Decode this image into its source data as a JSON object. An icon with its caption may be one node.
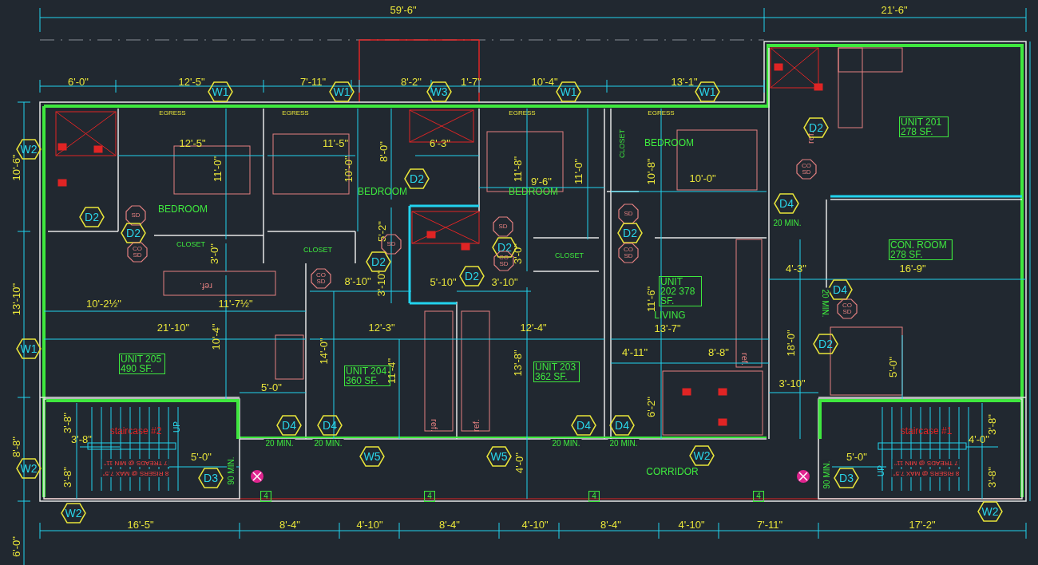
{
  "diagram": {
    "nodes": [
      {
        "text": [
          "W1"
        ]
      },
      {
        "text": [
          "W1"
        ]
      },
      {
        "text": [
          "W3"
        ]
      },
      {
        "text": [
          "W1"
        ]
      },
      {
        "text": [
          "W1"
        ]
      },
      {
        "text": [
          "UNIT 201 278 SF."
        ]
      },
      {
        "text": [
          "D2"
        ]
      },
      {
        "text": [
          "W2"
        ]
      },
      {
        "text": [
          "CO SD"
        ]
      },
      {
        "text": [
          "D2"
        ]
      },
      {
        "text": [
          "D4"
        ]
      },
      {
        "text": [
          "SD"
        ]
      },
      {
        "text": [
          "D2"
        ]
      },
      {
        "text": [
          "SD"
        ]
      },
      {
        "text": [
          "SD"
        ]
      },
      {
        "text": [
          "D2"
        ]
      },
      {
        "text": [
          "D2"
        ]
      },
      {
        "text": [
          "SD"
        ]
      },
      {
        "text": [
          "D2"
        ]
      },
      {
        "text": [
          "CON. ROOM 278 SF."
        ]
      },
      {
        "text": [
          "CO SD"
        ]
      },
      {
        "text": [
          "CO SD"
        ]
      },
      {
        "text": [
          "CO SD"
        ]
      },
      {
        "text": [
          "D2"
        ]
      },
      {
        "text": [
          "D2"
        ]
      },
      {
        "text": [
          "CO SD"
        ]
      },
      {
        "text": [
          "UNIT 202 378 SF."
        ]
      },
      {
        "text": [
          "D4"
        ]
      },
      {
        "text": [
          "CO SD"
        ]
      },
      {
        "text": [
          "D2"
        ]
      },
      {
        "text": [
          "W1"
        ]
      },
      {
        "text": [
          "UNIT 205 490 SF."
        ]
      },
      {
        "text": [
          "UNIT 203 362 SF."
        ]
      },
      {
        "text": [
          "UNIT 204 360 SF."
        ]
      },
      {
        "text": [
          "D4"
        ]
      },
      {
        "text": [
          "D4"
        ]
      },
      {
        "text": [
          "D4"
        ]
      },
      {
        "text": [
          "D4"
        ]
      },
      {
        "text": [
          "W5"
        ]
      },
      {
        "text": [
          "W5"
        ]
      },
      {
        "text": [
          "W2"
        ]
      },
      {
        "text": [
          "W2"
        ]
      },
      {
        "text": [
          "D3"
        ]
      },
      {
        "text": [
          "D3"
        ]
      },
      {
        "text": [
          "4"
        ]
      },
      {
        "text": [
          "4"
        ]
      },
      {
        "text": [
          "4"
        ]
      },
      {
        "text": [
          "4"
        ]
      },
      {
        "text": [
          "W2"
        ]
      },
      {
        "text": [
          "W2"
        ]
      }
    ],
    "labels": [
      "59'-6\"",
      "21'-6\"",
      "6'-0\"",
      "12'-5\"",
      "7'-11\"",
      "8'-2\"",
      "1'-7\"",
      "10'-4\"",
      "13'-1\"",
      "EGRESS",
      "EGRESS",
      "EGRESS",
      "EGRESS",
      "12'-5\"",
      "11'-5\"",
      "8'-0\"",
      "6'-3\"",
      "CLOSET",
      "BEDROOM",
      "ref.",
      "10'-6\"",
      "11'-0\"",
      "10'-0\"",
      "11'-8\"",
      "11'-0\"",
      "10'-8\"",
      "9'-6\"",
      "10'-0\"",
      "BEDROOM",
      "BEDROOM",
      "BEDROOM",
      "20 MIN.",
      "5'-2\"",
      "CLOSET",
      "CLOSET",
      "3'-0\"",
      "3'-0\"",
      "CLOSET",
      "4'-3\"",
      "16'-9\"",
      "8'-10\"",
      "5'-10\"",
      "3'-10\"",
      "3'-10\"",
      "ref.",
      "13'-10\"",
      "11'-6\"",
      "10'-2½\"",
      "11'-7½\"",
      "20 MIN.",
      "LIVING",
      "21'-10\"",
      "12'-3\"",
      "12'-4\"",
      "13'-7\"",
      "10'-4\"",
      "14'-0\"",
      "11'-4\"",
      "13'-8\"",
      "4'-11\"",
      "8'-8\"",
      "ref.",
      "18'-0\"",
      "5'-0\"",
      "5'-0\"",
      "3'-10\"",
      "6'-2\"",
      "3'-8\"",
      "staircase #2",
      "UP",
      "ref.",
      "ref.",
      "staircase #1",
      "3'-8\"",
      "3'-8\"",
      "4'-0\"",
      "20 MIN.",
      "20 MIN.",
      "20 MIN.",
      "20 MIN.",
      "8'-8\"",
      "5'-0\"",
      "5'-0\"",
      "7 TREADS @ MIN 11\"",
      "8 RISERS @ MAX 7.5\"",
      "7 TREADS @ MIN 11\"",
      "8 RISERS @ MAX 7.5\"",
      "4'-0\"",
      "UP",
      "90 MIN.",
      "90 MIN.",
      "CORRIDOR",
      "3'-8\"",
      "3'-8\"",
      "16'-5\"",
      "8'-4\"",
      "4'-10\"",
      "8'-4\"",
      "4'-10\"",
      "8'-4\"",
      "4'-10\"",
      "7'-11\"",
      "17'-2\"",
      "6'-0\""
    ]
  }
}
